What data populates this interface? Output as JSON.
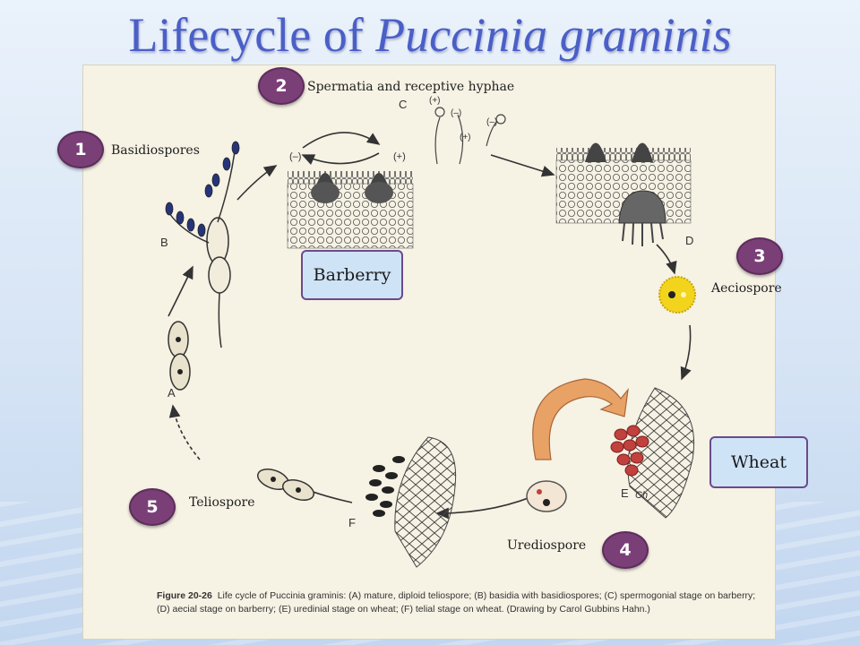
{
  "slide": {
    "title_main": "Lifecycle of ",
    "title_italic": "Puccinia graminis"
  },
  "steps": [
    {
      "number": "1",
      "label": "Basidiospores"
    },
    {
      "number": "2",
      "label": "Spermatia and receptive hyphae"
    },
    {
      "number": "3",
      "label": "Aeciospore"
    },
    {
      "number": "4",
      "label": "Urediospore"
    },
    {
      "number": "5",
      "label": "Teliospore"
    }
  ],
  "hosts": {
    "barberry": "Barberry",
    "wheat": "Wheat"
  },
  "diagram_letters": {
    "a": "A",
    "b": "B",
    "c": "C",
    "d": "D",
    "e": "E",
    "f": "F",
    "minus1": "(–)",
    "plus1": "(+)",
    "plus2": "(+)",
    "minus2": "(–)",
    "plus3": "(+)",
    "minus3": "(–)",
    "ch": "Ch"
  },
  "caption": {
    "figure_label": "Figure 20-26",
    "text": "Life cycle of Puccinia graminis: (A) mature, diploid teliospore; (B) basidia with basidiospores; (C) spermogonial stage on barberry; (D) aecial stage on barberry; (E) uredinial stage on wheat; (F) telial stage on wheat. (Drawing by Carol Gubbins Hahn.)"
  },
  "colors": {
    "title": "#4a5fc7",
    "badge": "#7b3f78",
    "host_box": "#cfe3f7",
    "aeciospore": "#f2d41c",
    "urediospore_cluster": "#c0413e",
    "curved_arrow": "#e9a266"
  }
}
